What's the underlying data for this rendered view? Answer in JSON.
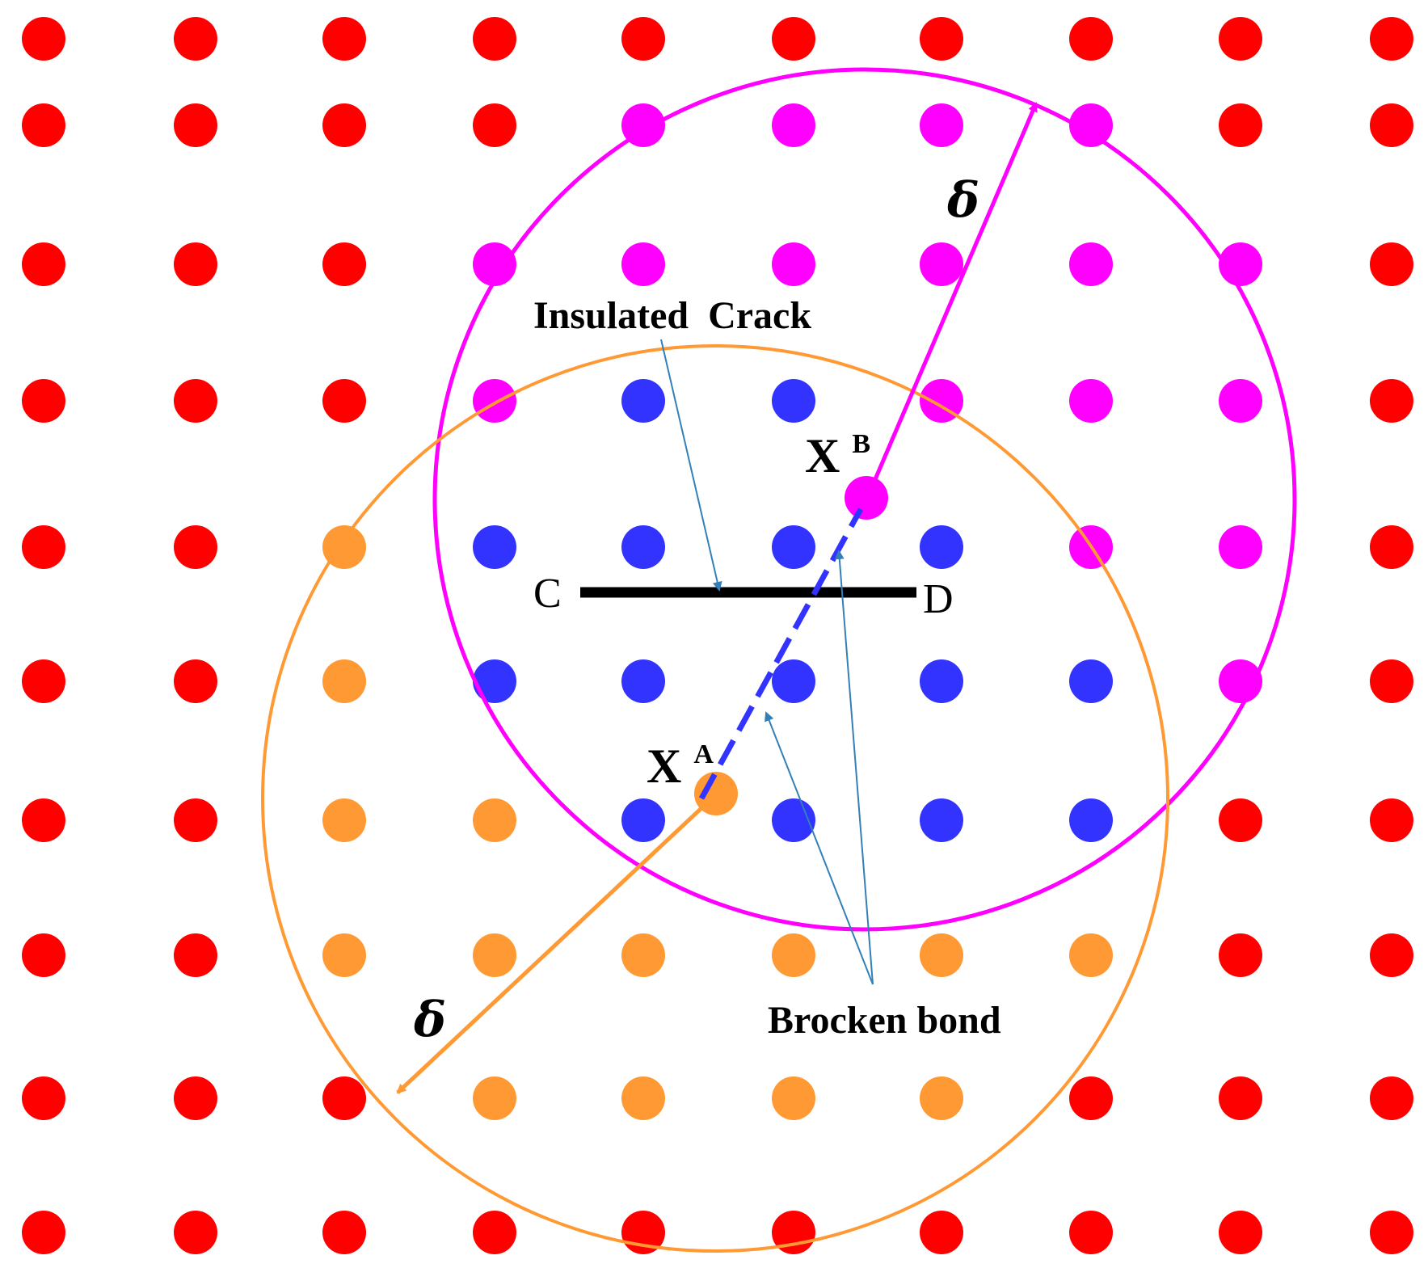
{
  "colors": {
    "field_node": "#ff0000",
    "horizon_B_node": "#ff00ff",
    "horizon_A_node": "#ff9933",
    "shared_node": "#3333ff",
    "horizon_B_circle": "#ff00ff",
    "horizon_A_circle": "#ff9933",
    "crack": "#000000",
    "broken_bond": "#3333ff",
    "pointer": "#3380b8"
  },
  "grid": {
    "cols": 10,
    "rows": 10,
    "layout_rows": [
      "RRRRRRRRRR",
      "RRRRMMMMRR",
      "RRRMMMMMMR",
      "RRRMBBMMMR",
      "RROBBBBMMR",
      "RROBBBBBMR",
      "RROOBBBBRR",
      "RROOOOOORR",
      "RRROOOORRR",
      "RRRRRRRRRR"
    ],
    "legend": {
      "R": "field_node",
      "M": "horizon_B_node",
      "O": "horizon_A_node",
      "B": "shared_node"
    }
  },
  "labels": {
    "insulated_crack": "Insulated  Crack",
    "broken_bond": "Brocken bond",
    "crack_start": "C",
    "crack_end": "D",
    "point_b_base": "X",
    "point_b_sup": "B",
    "point_a_base": "X",
    "point_a_sup": "A",
    "horizon_radius_b": "δ",
    "horizon_radius_a": "δ"
  }
}
